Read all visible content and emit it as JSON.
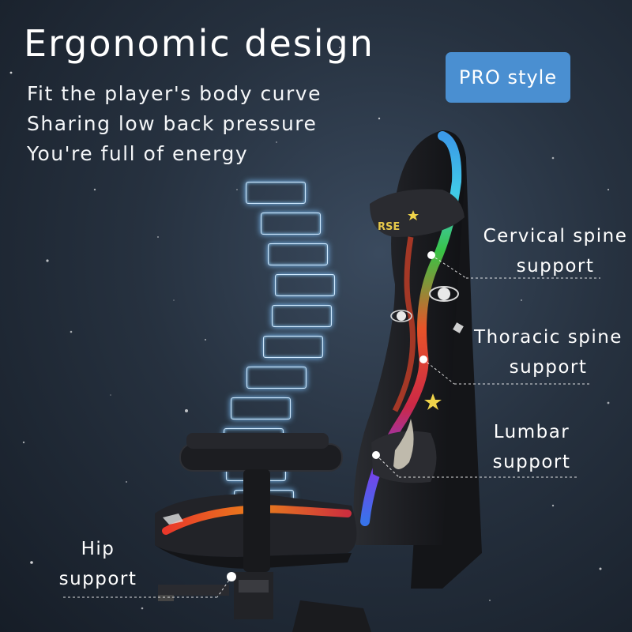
{
  "headline": "Ergonomic design",
  "taglines": [
    "Fit the player's body curve",
    "Sharing low back pressure",
    "You're full of energy"
  ],
  "badge": "PRO style",
  "callouts": {
    "cervical": [
      "Cervical spine",
      "support"
    ],
    "thoracic": [
      "Thoracic spine",
      "support"
    ],
    "lumbar": [
      "Lumbar",
      "support"
    ],
    "hip": [
      "Hip",
      "support"
    ]
  },
  "headrest_print": "RSE",
  "colors": {
    "background": "#26313f",
    "badge": "#4a8fd1",
    "vertebra_glow": "#7fc4ff",
    "chair": "#1b1c20"
  },
  "icons": [
    "star-icon",
    "planet-icon",
    "astronaut-icon",
    "rocket-icon"
  ]
}
